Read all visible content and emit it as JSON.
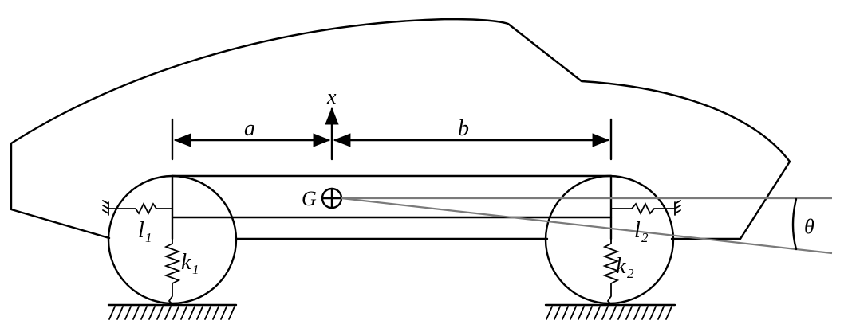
{
  "labels": {
    "x": "x",
    "a": "a",
    "b": "b",
    "G": "G",
    "theta": "θ",
    "l": "l",
    "l1_sub": "1",
    "l2_sub": "2",
    "k": "k",
    "k1_sub": "1",
    "k2_sub": "2"
  },
  "colors": {
    "ink": "#000000",
    "reference_lines": "#7a7a7a",
    "background": "#ffffff"
  }
}
